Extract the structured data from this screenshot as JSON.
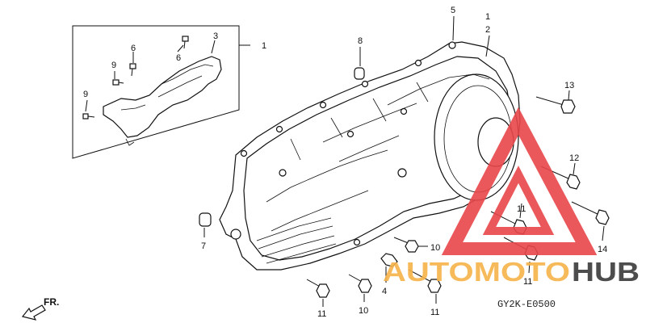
{
  "callouts": [
    {
      "id": "c5",
      "text": "5"
    },
    {
      "id": "c1top",
      "text": "1"
    },
    {
      "id": "c2",
      "text": "2"
    },
    {
      "id": "c1box",
      "text": "1"
    },
    {
      "id": "c3",
      "text": "3"
    },
    {
      "id": "c6a",
      "text": "6"
    },
    {
      "id": "c6b",
      "text": "6"
    },
    {
      "id": "c9a",
      "text": "9"
    },
    {
      "id": "c9b",
      "text": "9"
    },
    {
      "id": "c8",
      "text": "8"
    },
    {
      "id": "c13",
      "text": "13"
    },
    {
      "id": "c12",
      "text": "12"
    },
    {
      "id": "c14",
      "text": "14"
    },
    {
      "id": "c11a",
      "text": "11"
    },
    {
      "id": "c11b",
      "text": "11"
    },
    {
      "id": "c11c",
      "text": "11"
    },
    {
      "id": "c11d",
      "text": "11"
    },
    {
      "id": "c10a",
      "text": "10"
    },
    {
      "id": "c10b",
      "text": "10"
    },
    {
      "id": "c7",
      "text": "7"
    },
    {
      "id": "c4",
      "text": "4"
    }
  ],
  "diagram_code": "GY2K-E0500",
  "direction_label": "FR.",
  "watermark": {
    "part1": "AUTOMOTO",
    "part2": "HUB",
    "color1": "#f7b34a",
    "color2": "#3a3a3a",
    "triangle_color": "#e8474a"
  }
}
